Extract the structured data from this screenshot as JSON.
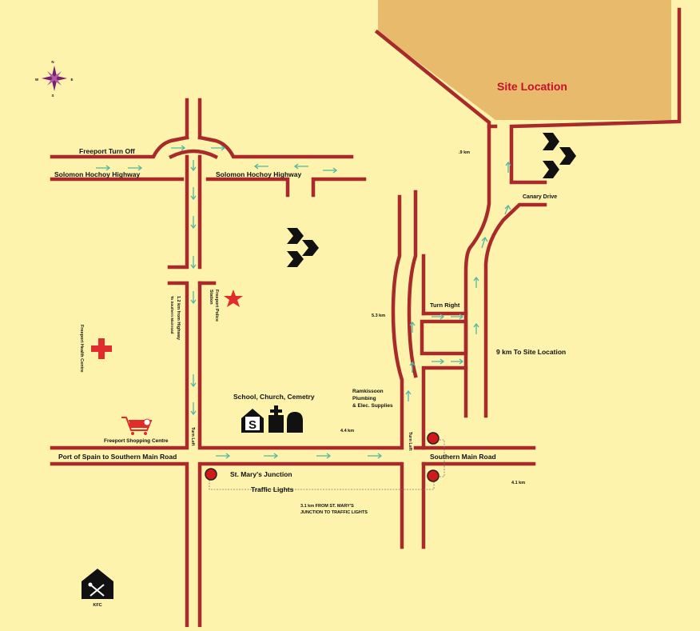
{
  "site": {
    "label": "Site Location",
    "fill_color": "#e8bb6c",
    "label_color": "#c8102e"
  },
  "colors": {
    "background": "#fdf3ad",
    "road": "#a82a2a",
    "direction_arrow": "#4fb7a6",
    "traffic_light": "#d11a1a",
    "landmark": "#111111",
    "health_cross": "#e22b2b",
    "police_star": "#e22b2b"
  },
  "compass": {
    "icon": "compass-rose-icon",
    "north": "N",
    "south": "S",
    "east": "E",
    "west": "W"
  },
  "roads": {
    "freeport_turn_off": "Freeport Turn Off",
    "solomon_west": "Solomon Hochoy Highway",
    "solomon_east": "Solomon Hochoy Highway",
    "port_of_spain": "Port of Spain to Southern Main Road",
    "southern_main": "Southern Main Road",
    "canary_drive": "Canary Drive"
  },
  "labels": {
    "st_marys_junction": "St. Mary's Junction",
    "traffic_lights": "Traffic Lights",
    "turn_right": "Turn Right",
    "turn_left_main": "Turn Left",
    "turn_left_junction": "Turn Left",
    "nine_km": "9 km To Site Location",
    "dist_0_9": ".9 km",
    "dist_5_3": "5.3 km",
    "dist_4_4": "4.4 km",
    "dist_4_1": "4.1 km",
    "highway_dist_1": "1.2 km from Highway",
    "highway_dist_2": "To Southern Mainroad",
    "stmarys_dist_1": "3.1 km FROM ST. MARY'S",
    "stmarys_dist_2": "JUNCTION TO TRAFFIC LIGHTS",
    "school_church": "School, Church, Cemetry",
    "school_letter": "S",
    "ramkissoon_1": "Ramkissoon",
    "ramkissoon_2": "Plumbing",
    "ramkissoon_3": "& Elec. Supplies",
    "police_1": "Freeport Police",
    "police_2": "Station",
    "health_centre": "Freeport Health Centre",
    "shopping_centre": "Freeport Shopping Centre",
    "kfc": "KFC"
  },
  "icons": {
    "direction_markers": "direction-arrows-icon",
    "health": "red-cross-icon",
    "police": "star-icon",
    "shopping": "shopping-cart-icon",
    "school": "school-icon",
    "church": "church-icon",
    "cemetery": "tombstone-icon",
    "kfc": "restaurant-icon",
    "traffic_light": "traffic-light-icon"
  }
}
